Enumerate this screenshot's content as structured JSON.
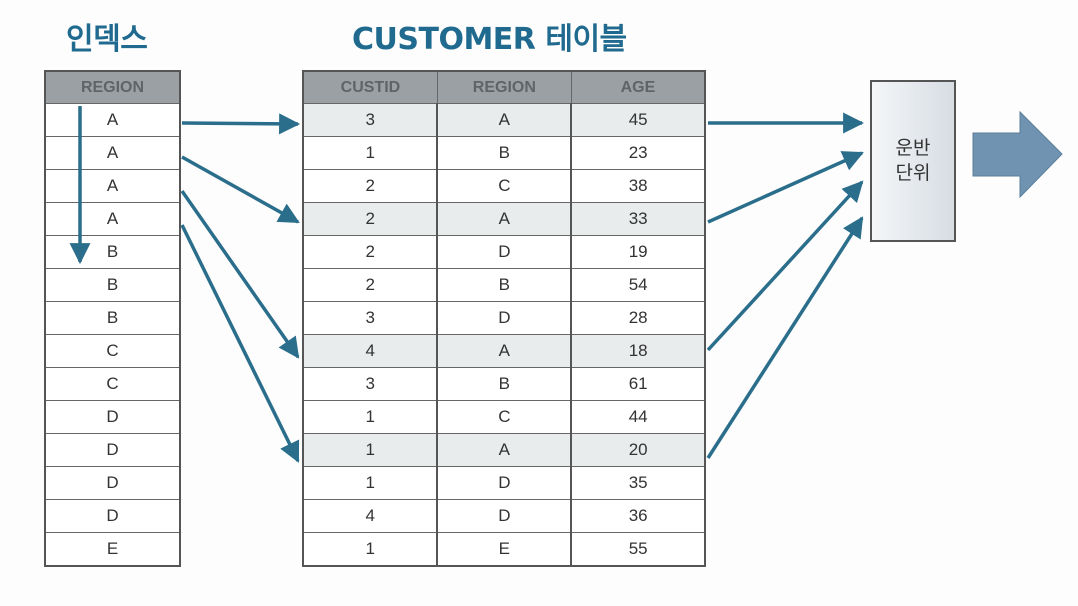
{
  "index_title": "인덱스",
  "table_title": "CUSTOMER 테이블",
  "index": {
    "header": "REGION",
    "values": [
      "A",
      "A",
      "A",
      "A",
      "B",
      "B",
      "B",
      "C",
      "C",
      "D",
      "D",
      "D",
      "D",
      "E"
    ]
  },
  "customer": {
    "headers": [
      "CUSTID",
      "REGION",
      "AGE"
    ],
    "rows": [
      [
        "3",
        "A",
        "45"
      ],
      [
        "1",
        "B",
        "23"
      ],
      [
        "2",
        "C",
        "38"
      ],
      [
        "2",
        "A",
        "33"
      ],
      [
        "2",
        "D",
        "19"
      ],
      [
        "2",
        "B",
        "54"
      ],
      [
        "3",
        "D",
        "28"
      ],
      [
        "4",
        "A",
        "18"
      ],
      [
        "3",
        "B",
        "61"
      ],
      [
        "1",
        "C",
        "44"
      ],
      [
        "1",
        "A",
        "20"
      ],
      [
        "1",
        "D",
        "35"
      ],
      [
        "4",
        "D",
        "36"
      ],
      [
        "1",
        "E",
        "55"
      ]
    ],
    "highlighted_rows": [
      0,
      3,
      7,
      10
    ]
  },
  "unit_box": {
    "line1": "운반",
    "line2": "단위"
  },
  "colors": {
    "arrow": "#2a6e8c",
    "title": "#1f6a8e",
    "header": "#9aa0a3",
    "highlight": "#e8ecec"
  }
}
